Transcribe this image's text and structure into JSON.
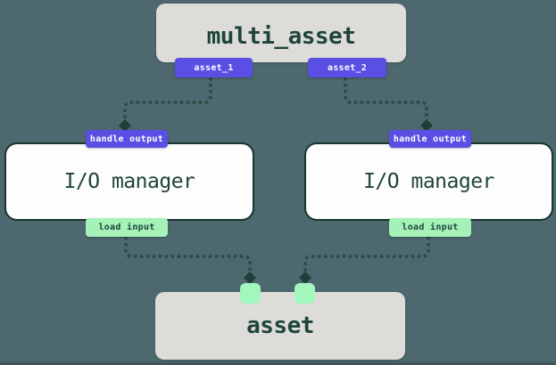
{
  "diagram": {
    "description": "multi_asset outputs routed through I/O managers into an asset"
  },
  "colors": {
    "background": "#4d686e",
    "node_gray": "#dddcd9",
    "node_white": "#fdfdfd",
    "node_border": "#17362e",
    "text_dark": "#1e443b",
    "accent_purple": "#5a4fe4",
    "accent_mint": "#a5f2b8",
    "accent_mint_bright": "#a2f7bd",
    "wire": "#2b4b45",
    "diamond": "#1e403a"
  },
  "nodes": {
    "multi_asset": {
      "label": "multi_asset"
    },
    "io_manager_left": {
      "label": "I/O manager"
    },
    "io_manager_right": {
      "label": "I/O manager"
    },
    "asset": {
      "label": "asset"
    }
  },
  "tags": {
    "asset_1": "asset_1",
    "asset_2": "asset_2",
    "handle_output_left": "handle output",
    "handle_output_right": "handle output",
    "load_input_left": "load input",
    "load_input_right": "load input"
  }
}
